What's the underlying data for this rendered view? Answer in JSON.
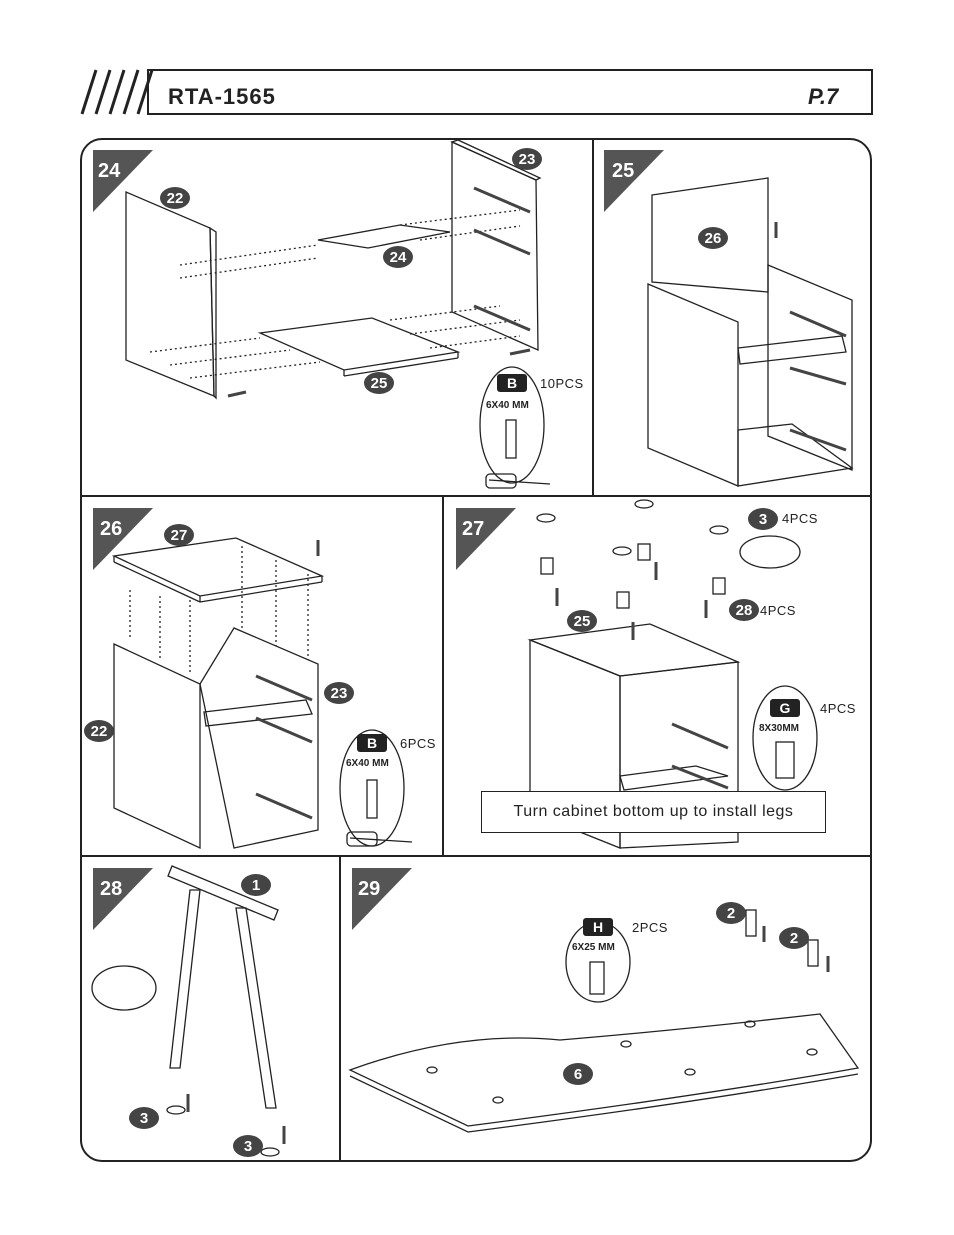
{
  "header": {
    "model": "RTA-1565",
    "page": "P.7"
  },
  "steps": [
    {
      "number": "24",
      "callouts": [
        "22",
        "23",
        "24",
        "25"
      ],
      "hardware": {
        "letter": "B",
        "qty": "10PCS",
        "spec": "6X40 MM"
      }
    },
    {
      "number": "25",
      "callouts": [
        "26"
      ]
    },
    {
      "number": "26",
      "callouts": [
        "27",
        "23",
        "22"
      ],
      "hardware": {
        "letter": "B",
        "qty": "6PCS",
        "spec": "6X40 MM"
      }
    },
    {
      "number": "27",
      "callouts": [
        "25",
        "3",
        "28"
      ],
      "qty_3": "4PCS",
      "qty_28": "4PCS",
      "hardware": {
        "letter": "G",
        "qty": "4PCS",
        "spec": "8X30MM"
      },
      "note": "Turn cabinet bottom up to install legs"
    },
    {
      "number": "28",
      "callouts": [
        "1",
        "3",
        "3"
      ]
    },
    {
      "number": "29",
      "callouts": [
        "2",
        "2",
        "6"
      ],
      "hardware": {
        "letter": "H",
        "qty": "2PCS",
        "spec": "6X25 MM"
      }
    }
  ]
}
